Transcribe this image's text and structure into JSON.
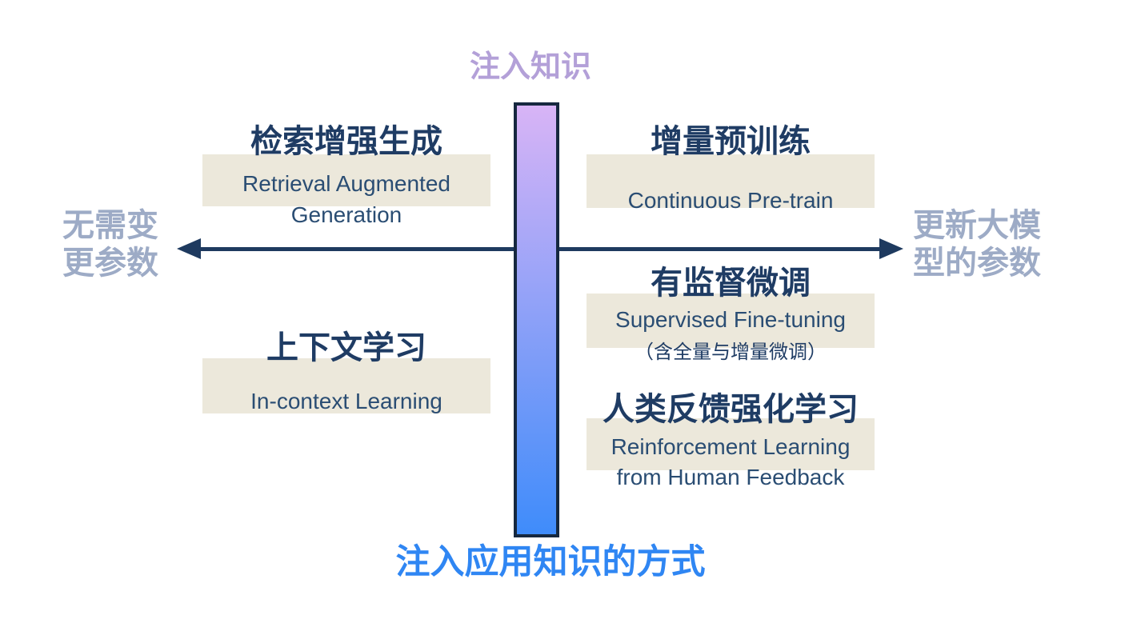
{
  "diagram": {
    "axes": {
      "top_label": "注入知识",
      "bottom_label": "注入应用知识的方式",
      "left_label_line1": "无需变",
      "left_label_line2": "更参数",
      "right_label_line1": "更新大模",
      "right_label_line2": "型的参数"
    },
    "methods": {
      "rag": {
        "title": "检索增强生成",
        "subtitle_line1": "Retrieval Augmented",
        "subtitle_line2": "Generation"
      },
      "cpt": {
        "title": "增量预训练",
        "subtitle_line1": "Continuous Pre-train"
      },
      "sft": {
        "title": "有监督微调",
        "subtitle_line1": "Supervised Fine-tuning",
        "note": "（含全量与增量微调）"
      },
      "icl": {
        "title": "上下文学习",
        "subtitle_line1": "In-context Learning"
      },
      "rlhf": {
        "title": "人类反馈强化学习",
        "subtitle_line1": "Reinforcement Learning",
        "subtitle_line2": "from Human Feedback"
      }
    },
    "colors": {
      "top_label": "#b3a0d8",
      "side_label": "#9dabc6",
      "bottom_label": "#2f86f3",
      "title_text": "#1f3c64",
      "subtitle_text": "#2a4d73",
      "box_bg": "#ece8db",
      "bar_top": "#d8b4f6",
      "bar_bottom": "#3f8cfa",
      "bar_border": "#16283f",
      "arrow": "#1e3a5f"
    }
  }
}
